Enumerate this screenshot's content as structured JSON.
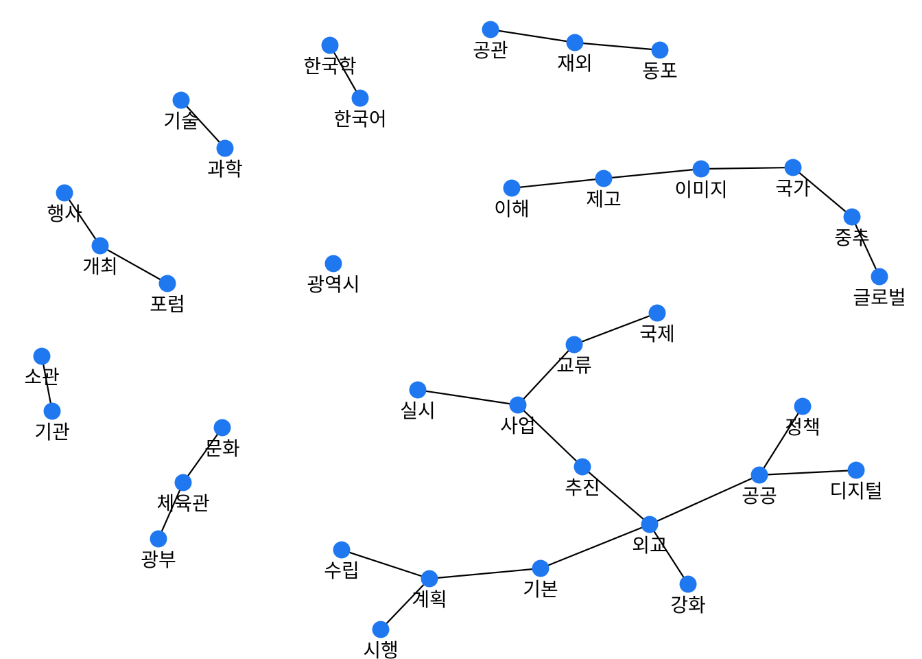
{
  "colors": {
    "node": "#1f78f0",
    "edge": "#000000",
    "background": "#ffffff"
  },
  "nodes": [
    {
      "id": "한국학",
      "label": "한국학"
    },
    {
      "id": "한국어",
      "label": "한국어"
    },
    {
      "id": "공관",
      "label": "공관"
    },
    {
      "id": "재외",
      "label": "재외"
    },
    {
      "id": "동포",
      "label": "동포"
    },
    {
      "id": "기술",
      "label": "기술"
    },
    {
      "id": "과학",
      "label": "과학"
    },
    {
      "id": "행사",
      "label": "행사"
    },
    {
      "id": "개최",
      "label": "개최"
    },
    {
      "id": "포럼",
      "label": "포럼"
    },
    {
      "id": "광역시",
      "label": "광역시"
    },
    {
      "id": "이해",
      "label": "이해"
    },
    {
      "id": "제고",
      "label": "제고"
    },
    {
      "id": "이미지",
      "label": "이미지"
    },
    {
      "id": "국가",
      "label": "국가"
    },
    {
      "id": "중추",
      "label": "중추"
    },
    {
      "id": "글로벌",
      "label": "글로벌"
    },
    {
      "id": "국제",
      "label": "국제"
    },
    {
      "id": "교류",
      "label": "교류"
    },
    {
      "id": "소관",
      "label": "소관"
    },
    {
      "id": "기관",
      "label": "기관"
    },
    {
      "id": "실시",
      "label": "실시"
    },
    {
      "id": "사업",
      "label": "사업"
    },
    {
      "id": "정책",
      "label": "정책"
    },
    {
      "id": "문화",
      "label": "문화"
    },
    {
      "id": "추진",
      "label": "추진"
    },
    {
      "id": "디지털",
      "label": "디지털"
    },
    {
      "id": "체육관",
      "label": "체육관"
    },
    {
      "id": "공공",
      "label": "공공"
    },
    {
      "id": "외교",
      "label": "외교"
    },
    {
      "id": "광부",
      "label": "광부"
    },
    {
      "id": "수립",
      "label": "수립"
    },
    {
      "id": "기본",
      "label": "기본"
    },
    {
      "id": "계획",
      "label": "계획"
    },
    {
      "id": "강화",
      "label": "강화"
    },
    {
      "id": "시행",
      "label": "시행"
    }
  ],
  "edges": [
    [
      "한국학",
      "한국어"
    ],
    [
      "공관",
      "재외"
    ],
    [
      "재외",
      "동포"
    ],
    [
      "기술",
      "과학"
    ],
    [
      "행사",
      "개최"
    ],
    [
      "개최",
      "포럼"
    ],
    [
      "이해",
      "제고"
    ],
    [
      "제고",
      "이미지"
    ],
    [
      "이미지",
      "국가"
    ],
    [
      "국가",
      "중추"
    ],
    [
      "중추",
      "글로벌"
    ],
    [
      "국제",
      "교류"
    ],
    [
      "교류",
      "사업"
    ],
    [
      "실시",
      "사업"
    ],
    [
      "사업",
      "추진"
    ],
    [
      "추진",
      "외교"
    ],
    [
      "소관",
      "기관"
    ],
    [
      "문화",
      "체육관"
    ],
    [
      "체육관",
      "광부"
    ],
    [
      "정책",
      "공공"
    ],
    [
      "공공",
      "디지털"
    ],
    [
      "공공",
      "외교"
    ],
    [
      "외교",
      "강화"
    ],
    [
      "외교",
      "기본"
    ],
    [
      "기본",
      "계획"
    ],
    [
      "수립",
      "계획"
    ],
    [
      "계획",
      "시행"
    ]
  ]
}
